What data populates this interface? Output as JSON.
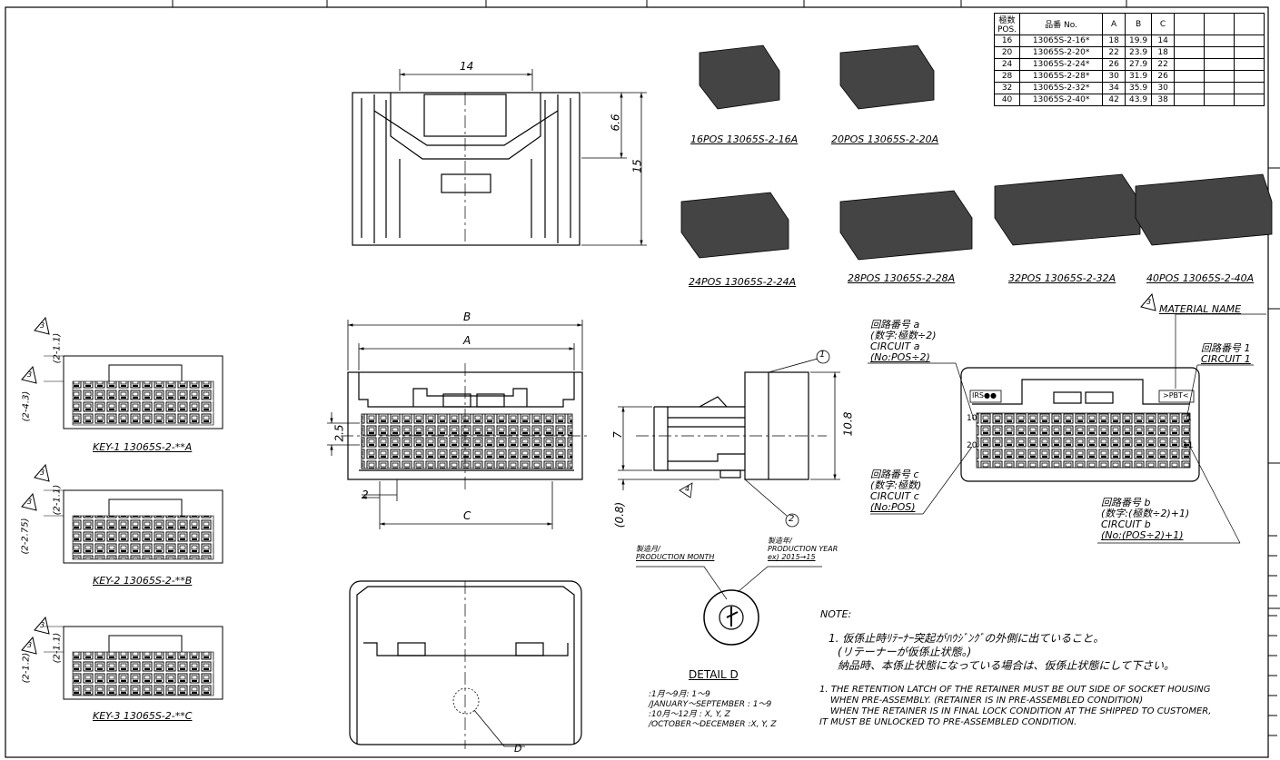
{
  "table": {
    "headers": [
      "極数 POS.",
      "品番 No.",
      "A",
      "B",
      "C",
      "",
      "",
      ""
    ],
    "rows": [
      [
        "16",
        "13065S-2-16*",
        "18",
        "19.9",
        "14"
      ],
      [
        "20",
        "13065S-2-20*",
        "22",
        "23.9",
        "18"
      ],
      [
        "24",
        "13065S-2-24*",
        "26",
        "27.9",
        "22"
      ],
      [
        "28",
        "13065S-2-28*",
        "30",
        "31.9",
        "26"
      ],
      [
        "32",
        "13065S-2-32*",
        "34",
        "35.9",
        "30"
      ],
      [
        "40",
        "13065S-2-40*",
        "42",
        "43.9",
        "38"
      ]
    ]
  },
  "variants": [
    "16POS 13065S-2-16A",
    "20POS 13065S-2-20A",
    "24POS 13065S-2-24A",
    "28POS 13065S-2-28A",
    "32POS 13065S-2-32A",
    "40POS 13065S-2-40A"
  ],
  "keys": [
    "KEY-1 13065S-2-**A",
    "KEY-2 13065S-2-**B",
    "KEY-3 13065S-2-**C"
  ],
  "key_dims": {
    "k1_a": "(2-1.1)",
    "k1_b": "(2-4.3)",
    "k2_a": "(2-1.1)",
    "k2_b": "(2-2.75)",
    "k3_a": "(2-1.1)",
    "k3_b": "(2-1.2)"
  },
  "rev_mark": "3",
  "rev_mark_4": "4",
  "dims": {
    "top_width": "14",
    "h_small": "6.6",
    "h_total": "15",
    "B": "B",
    "A": "A",
    "C": "C",
    "pitch_v": "2.5",
    "pitch_h": "2",
    "side_h": "7",
    "side_total": "10.8",
    "side_small": "(0.8)"
  },
  "callouts": {
    "one": "1",
    "two": "2"
  },
  "circuits": {
    "a_jp1": "回路番号 a",
    "a_jp2": "(数字:極数÷2)",
    "a_en1": "CIRCUIT a",
    "a_en2": "(No:POS÷2)",
    "c_jp1": "回路番号 c",
    "c_jp2": "(数字:極数)",
    "c_en1": "CIRCUIT c",
    "c_en2": "(No:POS)",
    "b_jp1": "回路番号 b",
    "b_jp2": "(数字:(極数÷2)+1)",
    "b_en1": "CIRCUIT b",
    "b_en2": "(No:(POS÷2)+1)",
    "one_jp": "回路番号 1",
    "one_en": "CIRCUIT 1",
    "material": "MATERIAL NAME",
    "pin10": "10",
    "pin20": "20",
    "pin1": "1",
    "pin11": "11",
    "mark_left": "IRS●●",
    "mark_right": ">PBT<"
  },
  "detail": {
    "month_jp": "製造月/",
    "month_en": "PRODUCTION MONTH",
    "year_jp": "製造年/",
    "year_en": "PRODUCTION YEAR",
    "year_ex": "ex) 2015→15",
    "title": "DETAIL D",
    "l1": ":1月～9月: 1～9",
    "l2": "/JANUARY～SEPTEMBER : 1～9",
    "l3": ":10月～12月 : X, Y, Z",
    "l4": "/OCTOBER～DECEMBER :X, Y, Z",
    "d_label": "D"
  },
  "notes": {
    "title": "NOTE:",
    "jp1": "1. 仮係止時ﾘﾃｰﾅｰ突起がﾊｳｼﾞﾝｸﾞの外側に出ていること。",
    "jp2": "(リテーナーが仮係止状態。)",
    "jp3": "納品時、本係止状態になっている場合は、仮係止状態にして下さい。",
    "en1": "1. THE RETENTION LATCH OF THE RETAINER MUST BE OUT SIDE OF SOCKET HOUSING",
    "en2": "WHEN PRE-ASSEMBLY. (RETAINER IS IN PRE-ASSEMBLED CONDITION)",
    "en3": "WHEN THE RETAINER IS IN FINAL LOCK CONDITION AT THE SHIPPED TO CUSTOMER,",
    "en4": "IT MUST BE UNLOCKED TO PRE-ASSEMBLED CONDITION."
  }
}
